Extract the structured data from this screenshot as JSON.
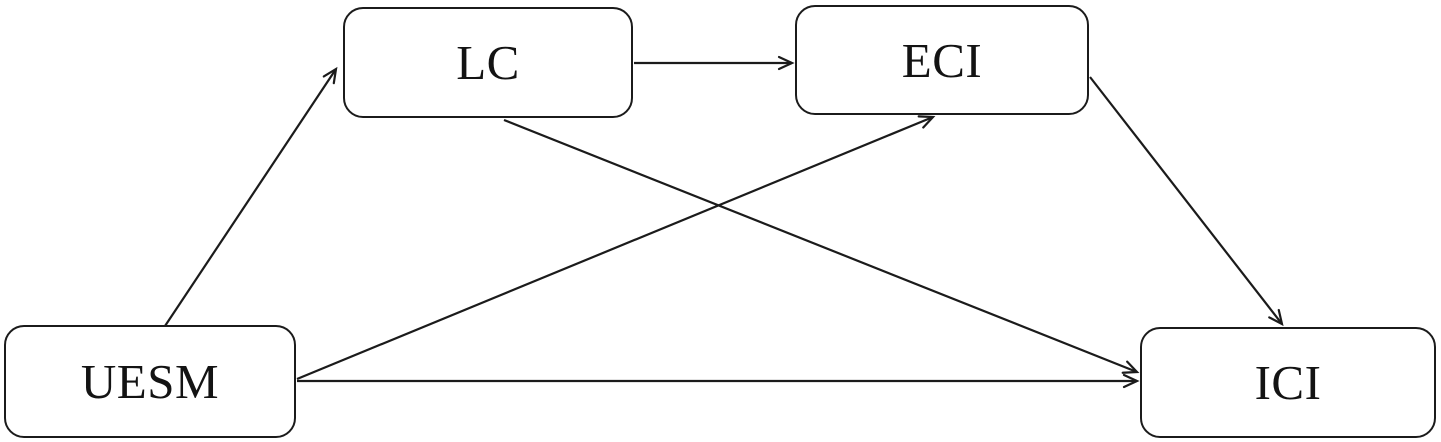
{
  "figure": {
    "type": "path-model-diagram",
    "background_color": "#ffffff",
    "stroke_color": "#1b1b1b",
    "text_color": "#131313",
    "nodes": [
      {
        "id": "uesm",
        "label": "UESM"
      },
      {
        "id": "lc",
        "label": "LC"
      },
      {
        "id": "eci",
        "label": "ECI"
      },
      {
        "id": "ici",
        "label": "ICI"
      }
    ],
    "edges": [
      {
        "from": "UESM",
        "to": "LC",
        "style": "arrow"
      },
      {
        "from": "LC",
        "to": "ECI",
        "style": "arrow"
      },
      {
        "from": "UESM",
        "to": "ECI",
        "style": "arrow"
      },
      {
        "from": "LC",
        "to": "ICI",
        "style": "arrow"
      },
      {
        "from": "ECI",
        "to": "ICI",
        "style": "arrow"
      },
      {
        "from": "UESM",
        "to": "ICI",
        "style": "arrow"
      }
    ]
  }
}
